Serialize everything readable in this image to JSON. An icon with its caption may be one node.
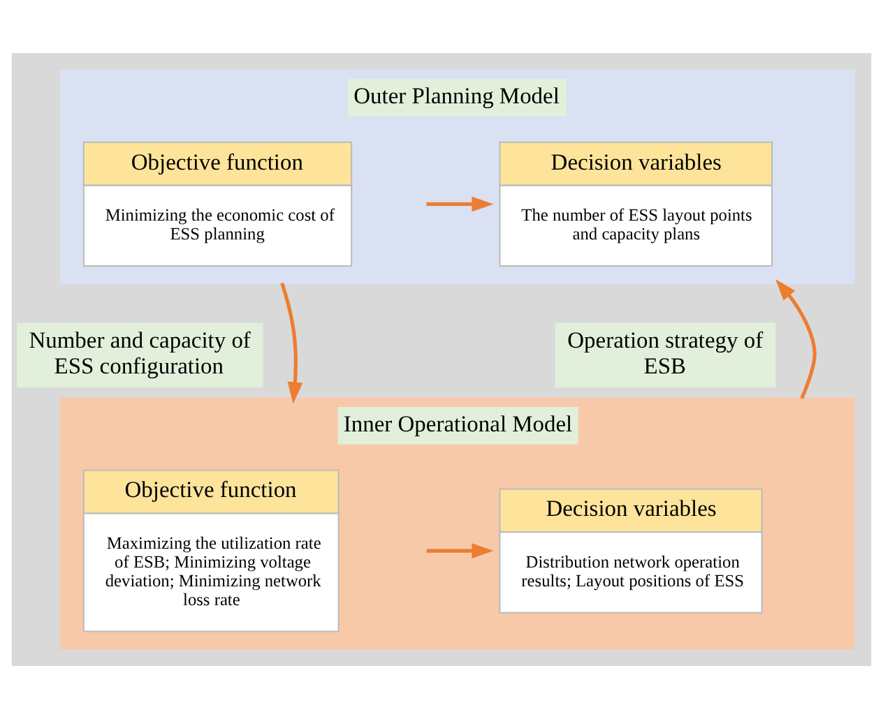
{
  "diagram": {
    "nodes": [
      {
        "text": [
          "Outer Planning Model"
        ]
      },
      {
        "text": [
          "Objective function",
          "Minimizing the economic cost of ESS planning"
        ],
        "in": 0
      },
      {
        "text": [
          "Decision variables",
          "The number of ESS layout points and capacity plans"
        ],
        "in": 0
      },
      {
        "text": [
          "Number and capacity of ESS configuration"
        ]
      },
      {
        "text": [
          "Operation strategy of ESB"
        ]
      },
      {
        "text": [
          "Inner Operational Model"
        ]
      },
      {
        "text": [
          "Objective function",
          "Maximizing the utilization rate of ESB; Minimizing voltage deviation; Minimizing network loss rate"
        ],
        "in": 5
      },
      {
        "text": [
          "Decision variables",
          "Distribution network operation results; Layout positions of ESS"
        ],
        "in": 5
      }
    ],
    "edges": [
      {
        "from": 1,
        "to": 2,
        "arrow": "to"
      },
      {
        "from": 0,
        "to": 5,
        "arrow": "to"
      },
      {
        "from": 5,
        "to": 0,
        "arrow": "to"
      },
      {
        "from": 6,
        "to": 7,
        "arrow": "to"
      }
    ]
  }
}
